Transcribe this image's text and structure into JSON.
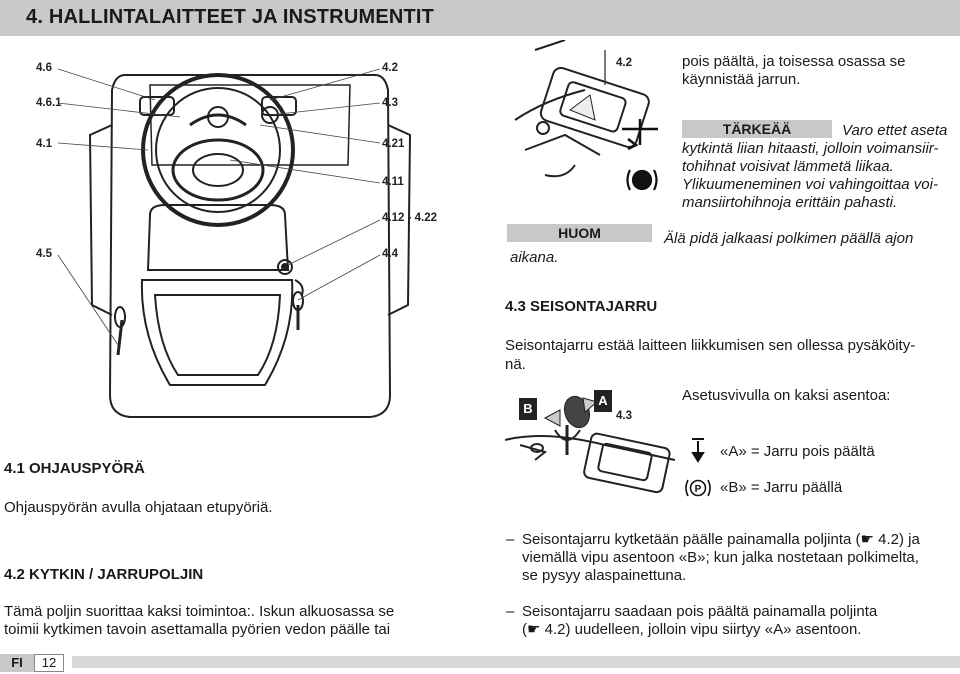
{
  "header": {
    "title": "4. HALLINTALAITTEET JA INSTRUMENTIT"
  },
  "figure_main": {
    "labels_left": [
      "4.6",
      "4.6.1",
      "4.1",
      "4.5"
    ],
    "labels_right": [
      "4.2",
      "4.3",
      "4.21",
      "4.11",
      "4.12 - 4.22",
      "4.4"
    ]
  },
  "figure_pedal": {
    "label": "4.2"
  },
  "figure_lever": {
    "label_b": "B",
    "label_a": "A",
    "label_num": "4.3"
  },
  "right_col": {
    "intro_line1": "pois päältä, ja toisessa osassa se",
    "intro_line2": "käynnistää jarrun.",
    "important_tag": "TÄRKEÄÄ",
    "important_text1": "Varo ettet aseta",
    "important_line2": "kytkintä liian hitaasti, jolloin voimansiir-",
    "important_line3": "tohihnat voisivat lämmetä liikaa.",
    "important_line4": "Ylikuumeneminen voi vahingoittaa voi-",
    "important_line5": "mansiirtohihnoja erittäin pahasti.",
    "note_tag": "HUOM",
    "note_text1": "Älä pidä jalkaasi polkimen päällä ajon",
    "note_text2": "aikana.",
    "sec43_heading": "4.3 SEISONTAJARRU",
    "sec43_line1": "Seisontajarru estää laitteen liikkumisen sen ollessa pysäköity-",
    "sec43_line2": "nä.",
    "positions_intro": "Asetusvivulla on kaksi asentoa:",
    "pos_a": "«A» = Jarru pois päältä",
    "pos_b": "«B» = Jarru päällä",
    "pos_b_symbol": "P",
    "bullet1_line1": "Seisontajarru kytketään päälle painamalla poljinta (☛ 4.2) ja",
    "bullet1_line2": "viemällä vipu asentoon «B»; kun jalka nostetaan polkimelta,",
    "bullet1_line3": "se pysyy alaspainettuna.",
    "bullet2_line1": "Seisontajarru saadaan pois päältä painamalla poljinta",
    "bullet2_line2": "(☛ 4.2) uudelleen, jolloin vipu siirtyy «A» asentoon.",
    "dash": "–"
  },
  "left_col": {
    "sec41_heading": "4.1 OHJAUSPYÖRÄ",
    "sec41_text": "Ohjauspyörän avulla ohjataan etupyöriä.",
    "sec42_heading": "4.2 KYTKIN / JARRUPOLJIN",
    "sec42_line1": "Tämä poljin suorittaa kaksi toimintoa:. Iskun alkuosassa se",
    "sec42_line2": "toimii kytkimen tavoin asettamalla pyörien vedon päälle tai"
  },
  "footer": {
    "lang": "FI",
    "page": "12"
  }
}
